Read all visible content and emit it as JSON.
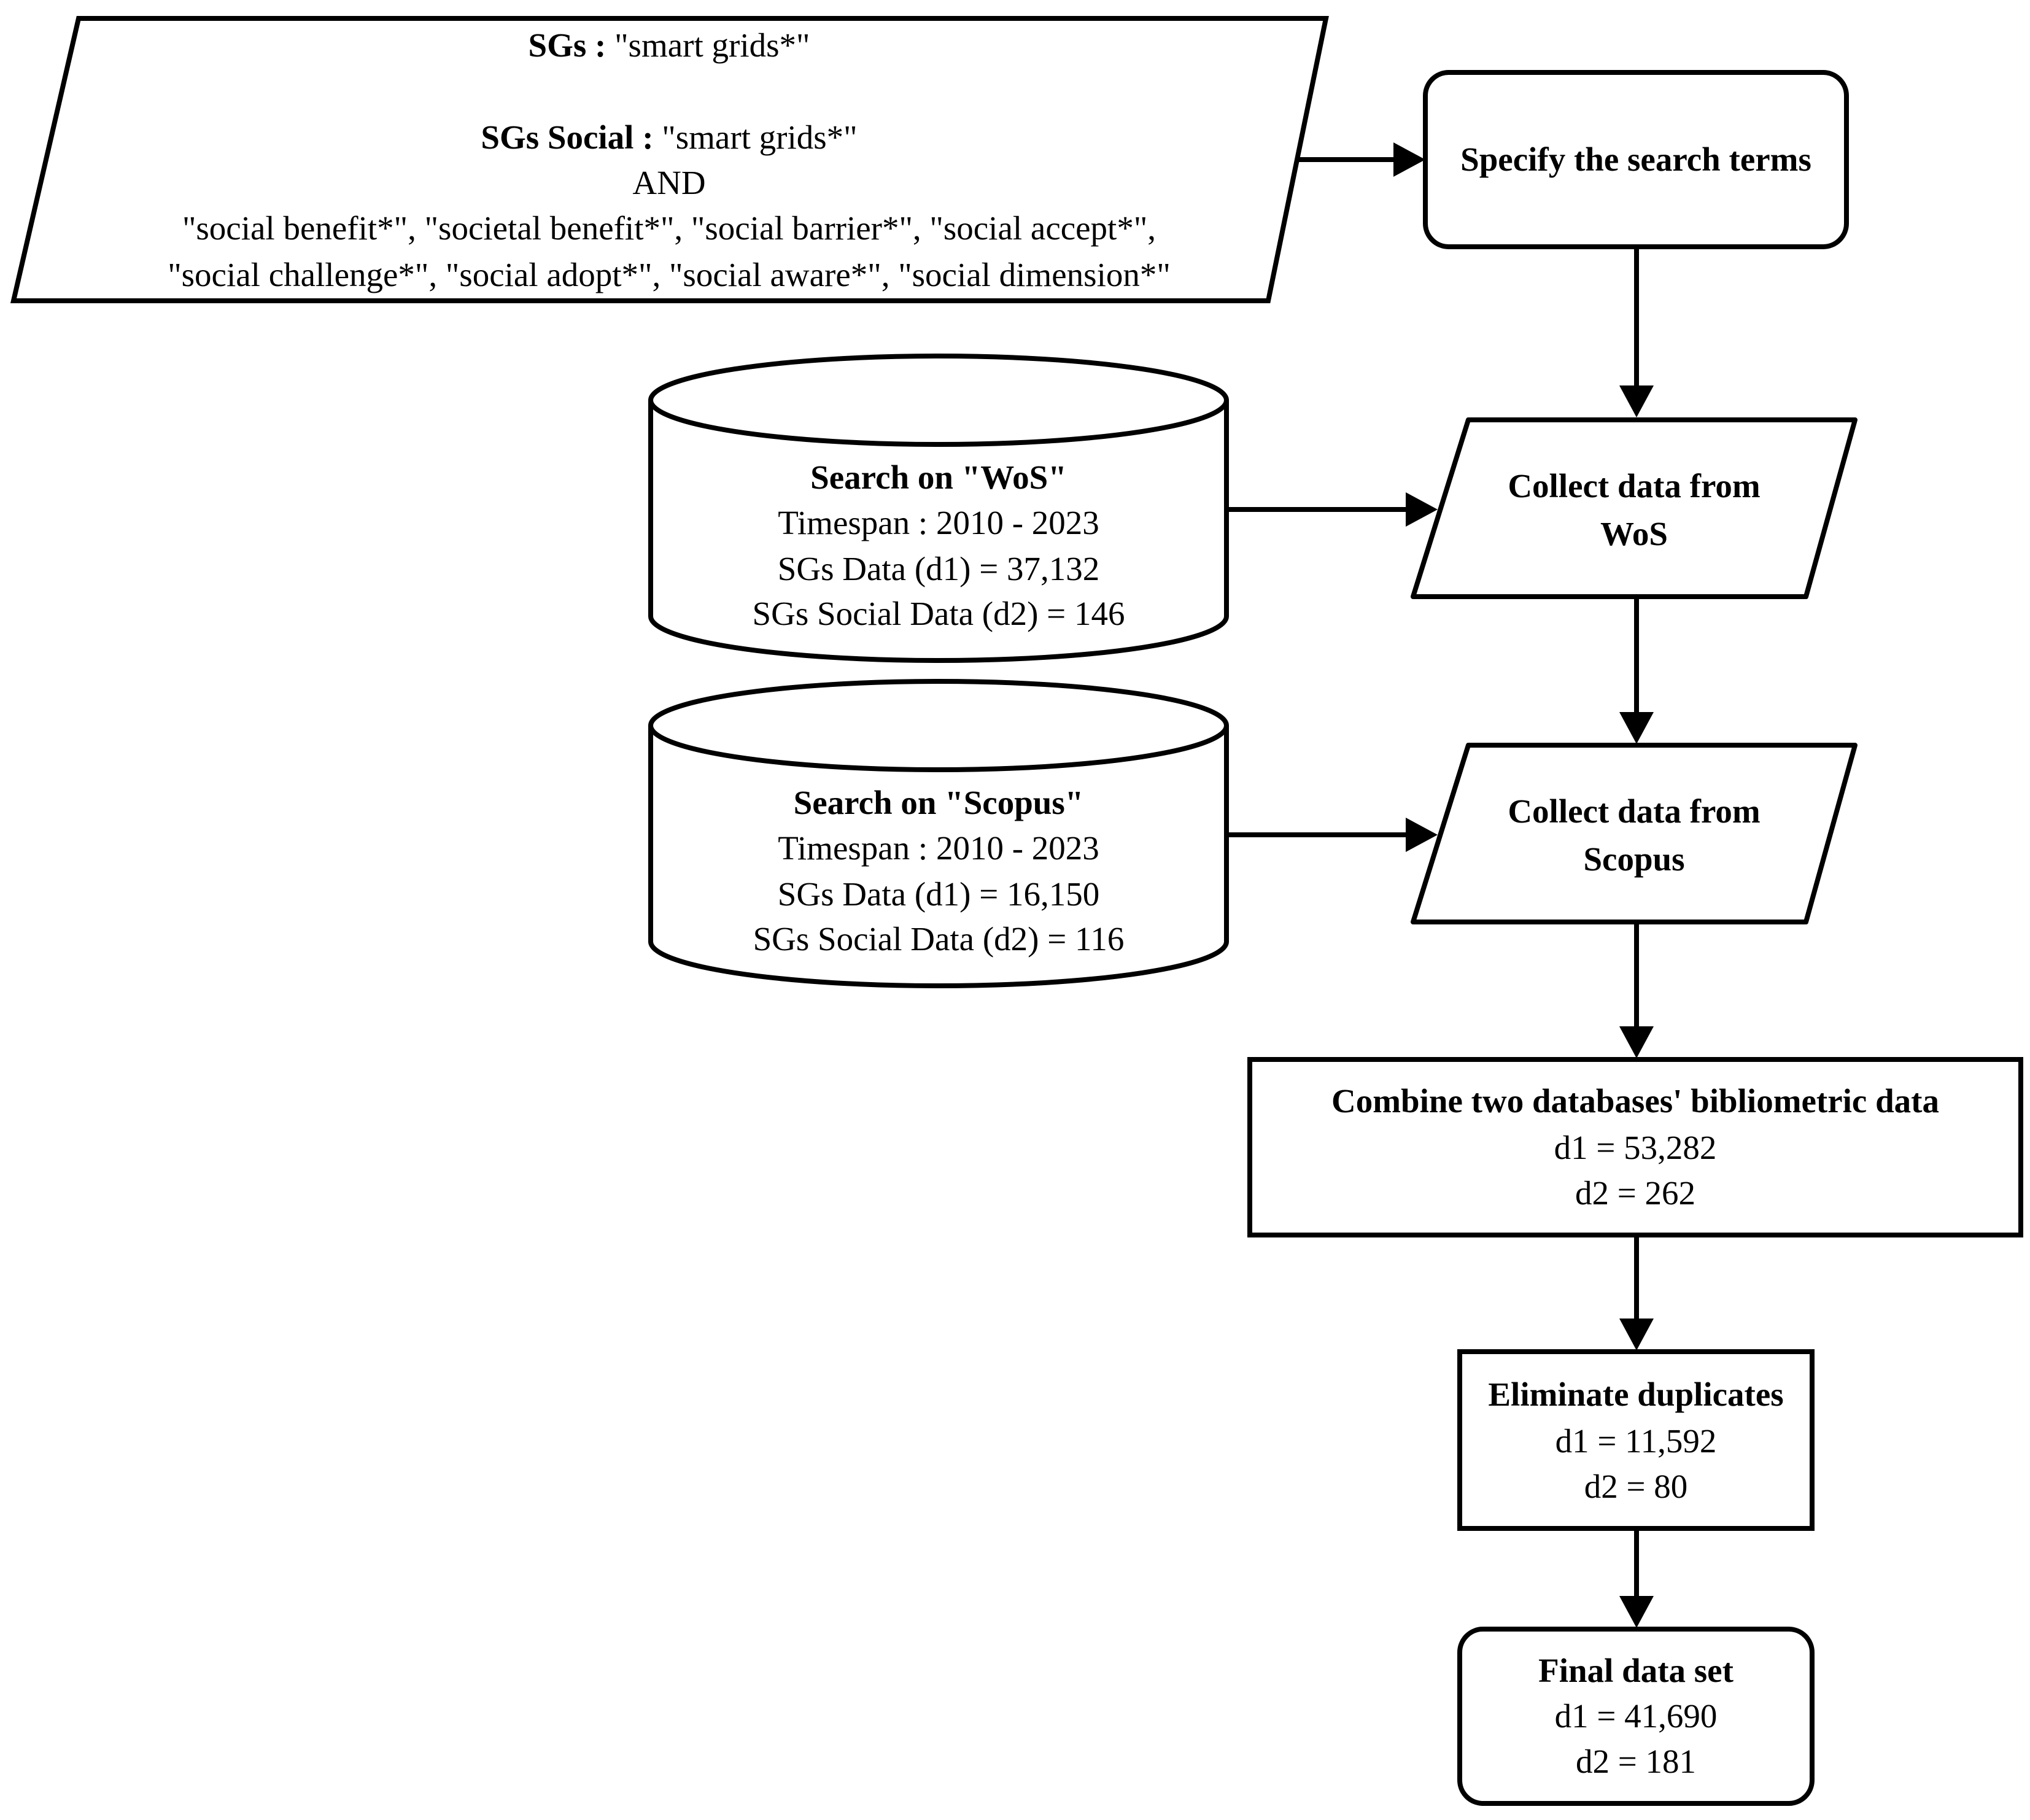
{
  "query_box": {
    "sgs_label": "SGs :",
    "sgs_value": "\"smart grids*\"",
    "sgs_social_label": "SGs Social :",
    "sgs_social_value": "\"smart grids*\"",
    "and_text": "AND",
    "terms_line_1": "\"social benefit*\", \"societal benefit*\", \"social barrier*\", \"social accept*\",",
    "terms_line_2": "\"social challenge*\", \"social adopt*\", \"social aware*\", \"social dimension*\""
  },
  "specify_terms": {
    "label": "Specify the search terms"
  },
  "wos_database": {
    "title": "Search on \"WoS\"",
    "timespan": "Timespan : 2010 - 2023",
    "d1": "SGs Data (d1) = 37,132",
    "d2": "SGs Social Data (d2) = 146"
  },
  "scopus_database": {
    "title": "Search on \"Scopus\"",
    "timespan": "Timespan : 2010 - 2023",
    "d1": "SGs Data (d1) = 16,150",
    "d2": "SGs Social Data (d2) = 116"
  },
  "collect_wos": {
    "line_1": "Collect data from",
    "line_2": "WoS"
  },
  "collect_scopus": {
    "line_1": "Collect data from",
    "line_2": "Scopus"
  },
  "combine": {
    "title": "Combine two databases' bibliometric data",
    "d1": "d1 = 53,282",
    "d2": "d2 = 262"
  },
  "eliminate": {
    "title": "Eliminate duplicates",
    "d1": "d1 = 11,592",
    "d2": "d2 = 80"
  },
  "final": {
    "title": "Final data set",
    "d1": "d1 = 41,690",
    "d2": "d2 = 181"
  }
}
